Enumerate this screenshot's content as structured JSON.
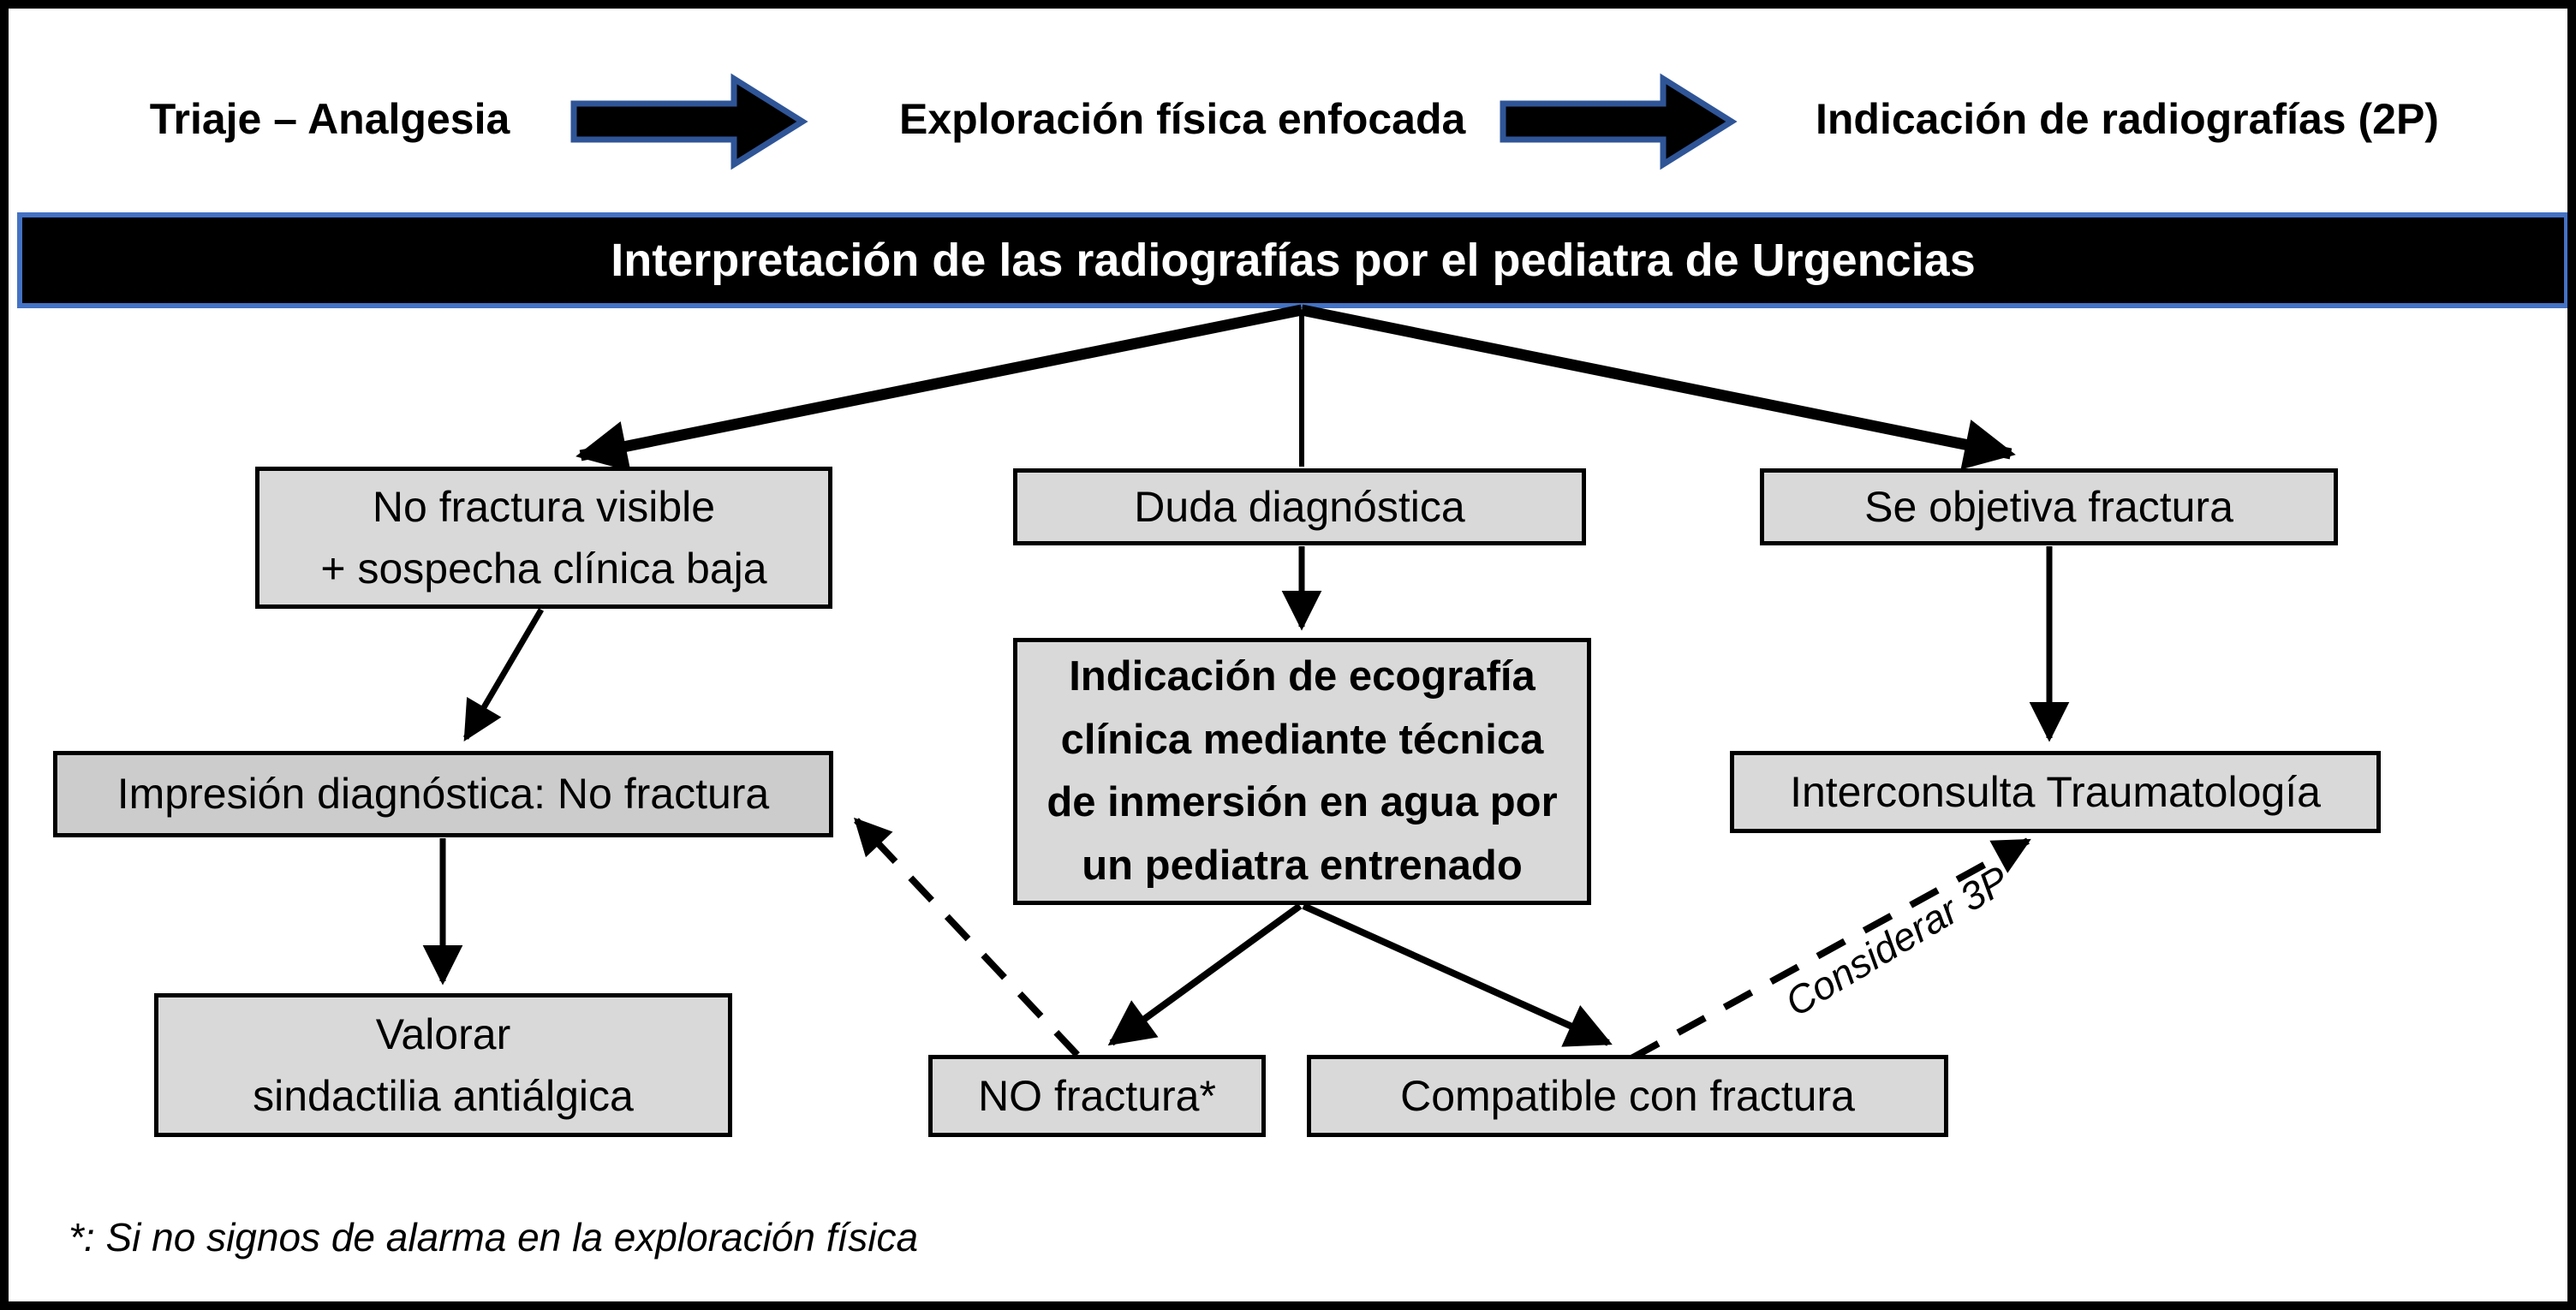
{
  "figure": {
    "type": "clinical-flowchart",
    "language": "es"
  },
  "palette": {
    "box_fill": "#d9d9d9",
    "box_fill_dark": "#cccccc",
    "box_border": "#000000",
    "banner_bg": "#000000",
    "banner_text": "#ffffff",
    "banner_border": "#4472c4",
    "block_arrow_fill": "#000000",
    "block_arrow_outline": "#2f5597",
    "line_color": "#000000"
  },
  "top_flow": {
    "step1": "Triaje – Analgesia",
    "step2": "Exploración física enfocada",
    "step3": "Indicación de radiografías (2P)"
  },
  "banner": {
    "title": "Interpretación de las radiografías por el pediatra de Urgencias"
  },
  "nodes": {
    "no_fracture_visible": {
      "lines": [
        "No fractura visible",
        "+ sospecha clínica baja"
      ]
    },
    "duda": {
      "label": "Duda diagnóstica"
    },
    "se_objetiva": {
      "label": "Se objetiva fractura"
    },
    "ecografia": {
      "lines": [
        "Indicación de ecografía",
        "clínica mediante técnica",
        "de inmersión en agua por",
        "un pediatra entrenado"
      ]
    },
    "impresion": {
      "label": "Impresión diagnóstica: No fractura"
    },
    "interconsulta": {
      "label": "Interconsulta Traumatología"
    },
    "valorar": {
      "lines": [
        "Valorar",
        "sindactilia antiálgica"
      ]
    },
    "no_fractura": {
      "label": "NO fractura*"
    },
    "compatible": {
      "label": "Compatible con fractura"
    }
  },
  "edge_labels": {
    "considerar": "Considerar 3P"
  },
  "edges": [
    {
      "from": "banner",
      "to": "no_fracture_visible",
      "style": "solid-thick-arrow"
    },
    {
      "from": "banner",
      "to": "duda",
      "style": "solid-line"
    },
    {
      "from": "banner",
      "to": "se_objetiva",
      "style": "solid-thick-arrow"
    },
    {
      "from": "no_fracture_visible",
      "to": "impresion",
      "style": "solid-arrow"
    },
    {
      "from": "impresion",
      "to": "valorar",
      "style": "solid-arrow"
    },
    {
      "from": "duda",
      "to": "ecografia",
      "style": "solid-arrow"
    },
    {
      "from": "ecografia",
      "to": "no_fractura",
      "style": "solid-arrow"
    },
    {
      "from": "ecografia",
      "to": "compatible",
      "style": "solid-arrow"
    },
    {
      "from": "se_objetiva",
      "to": "interconsulta",
      "style": "solid-arrow"
    },
    {
      "from": "no_fractura",
      "to": "impresion",
      "style": "dashed-arrow"
    },
    {
      "from": "compatible",
      "to": "interconsulta",
      "style": "dashed-arrow",
      "label": "Considerar 3P"
    }
  ],
  "footnote": "*: Si no signos de alarma en la exploración física"
}
